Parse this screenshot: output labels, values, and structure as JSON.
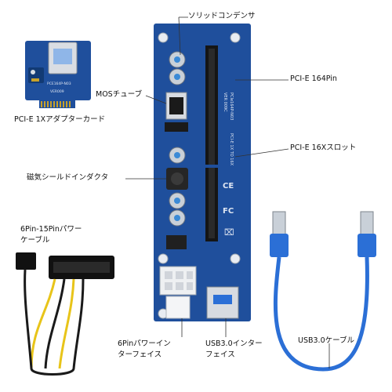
{
  "labels": {
    "solid_capacitor": "ソリッドコンデンサ",
    "pcie_164pin": "PCI-E 164Pin",
    "mos_tube": "MOSチューブ",
    "pcie_1x_adapter": "PCI-E 1Xアダプターカード",
    "pcie_16x_slot": "PCI-E 16Xスロット",
    "magnetic_inductor": "磁気シールドインダクタ",
    "sata_power_cable": "6Pin-15Pinパワー\nケーブル",
    "power_interface_6pin": "6Pinパワーイン\nターフェイス",
    "usb3_interface": "USB3.0インター\nフェイス",
    "usb3_cable": "USB3.0ケーブル"
  },
  "board_print": {
    "model_small": "PCE164P-N03",
    "model_small_2": "VER009",
    "model_main": "PCIe164P-N03",
    "version": "VER 009C",
    "slot_text": "PCI-E 1X TO 16X"
  },
  "colors": {
    "pcb_blue": "#1f4f9c",
    "pcb_dark": "#163b78",
    "slot_black": "#151515",
    "gold": "#c8a12a",
    "usb_blue": "#2b6fd6",
    "wire_yellow": "#e8c419",
    "wire_black": "#1a1a1a"
  }
}
